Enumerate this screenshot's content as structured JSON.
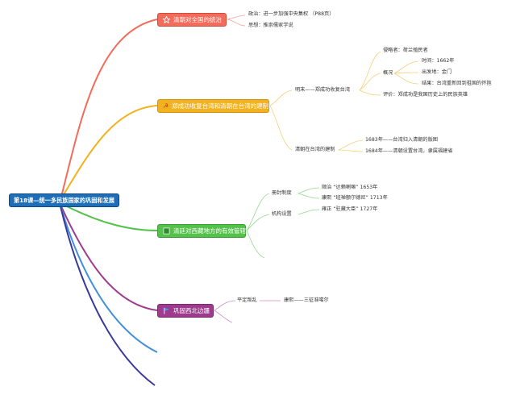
{
  "root": {
    "label": "第18课—统一多民族国家的巩固和发展"
  },
  "topics": [
    {
      "label": "清朝对全国的统治",
      "color": "#f36b5b",
      "icon": "star-icon",
      "children": [
        {
          "label": "政治：进一步加强中央集权 （P88页）"
        },
        {
          "label": "思想：推崇儒家学说"
        }
      ]
    },
    {
      "label": "郑成功收复台湾和清朝在台湾的建制",
      "color": "#f2b220",
      "icon": "hammer-sickle-icon",
      "children": [
        {
          "label": "明末——郑成功收复台湾",
          "children": [
            {
              "label": "侵略者：荷兰殖民者"
            },
            {
              "label": "概况",
              "children": [
                {
                  "label": "时间：1662年"
                },
                {
                  "label": "出发地：金门"
                },
                {
                  "label": "结果：台湾重新回到祖国的怀抱"
                }
              ]
            },
            {
              "label": "评价：郑成功是我国历史上的民族英雄"
            }
          ]
        },
        {
          "label": "清朝在台湾的建制",
          "children": [
            {
              "label": "1683年——台湾归入清朝的版图"
            },
            {
              "label": "1684年——清朝设置台湾，隶属福建省"
            }
          ]
        }
      ]
    },
    {
      "label": "清廷对西藏地方的有效管辖",
      "color": "#54c24a",
      "icon": "green-square-icon",
      "children": [
        {
          "label": "册封制度",
          "children": [
            {
              "label": "顺治 “达赖喇嘛” 1653年"
            },
            {
              "label": "康熙 “班禅额尔德尼” 1713年"
            }
          ]
        },
        {
          "label": "机构设置",
          "children": [
            {
              "label": "雍正 “驻藏大臣” 1727年"
            }
          ]
        }
      ]
    },
    {
      "label": "巩固西北边疆",
      "color": "#9e3b8e",
      "icon": "flag-icon",
      "children": [
        {
          "label": "平定叛乱",
          "children": [
            {
              "label": "康熙——三征准噶尔"
            }
          ]
        }
      ]
    }
  ],
  "extra_branch_colors": [
    "#3f8fdc",
    "#3a3a9a"
  ]
}
